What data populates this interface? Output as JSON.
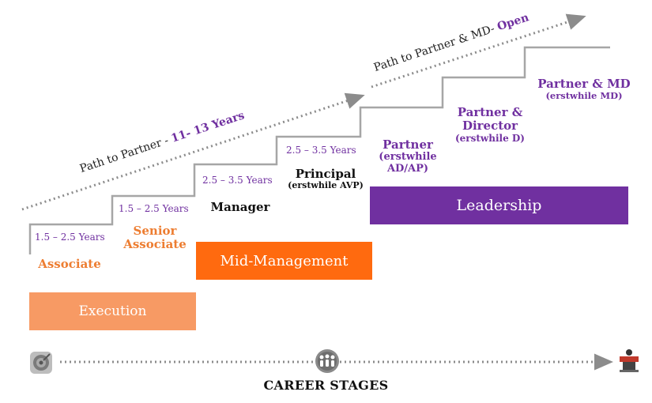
{
  "paths": {
    "partner_prefix": "Path to Partner - ",
    "partner_highlight": "11- 13 Years",
    "md_prefix": "Path to Partner & MD- ",
    "md_highlight": "Open"
  },
  "steps": [
    {
      "years": "1.5 – 2.5 Years",
      "role": "Associate",
      "sub": ""
    },
    {
      "years": "1.5 – 2.5 Years",
      "role": "Senior Associate",
      "sub": ""
    },
    {
      "years": "2.5 – 3.5 Years",
      "role": "Manager",
      "sub": ""
    },
    {
      "years": "2.5 – 3.5 Years",
      "role": "Principal",
      "sub": "(erstwhile AVP)"
    },
    {
      "years": "",
      "role": "Partner",
      "sub": "(erstwhile AD/AP)"
    },
    {
      "years": "",
      "role": "Partner & Director",
      "sub": "(erstwhile D)"
    },
    {
      "years": "",
      "role": "Partner & MD",
      "sub": "(erstwhile MD)"
    }
  ],
  "bands": {
    "execution": "Execution",
    "mid_management": "Mid-Management",
    "leadership": "Leadership"
  },
  "caption": "CAREER STAGES",
  "colors": {
    "execution": "#f79a64",
    "mid_management": "#ff6a0f",
    "leadership": "#7030a0",
    "orange_text": "#ed7d31",
    "purple_text": "#7030a0",
    "staircase": "#a6a6a6"
  },
  "icons": {
    "start": "target-icon",
    "middle": "team-icon",
    "end": "podium-icon"
  }
}
